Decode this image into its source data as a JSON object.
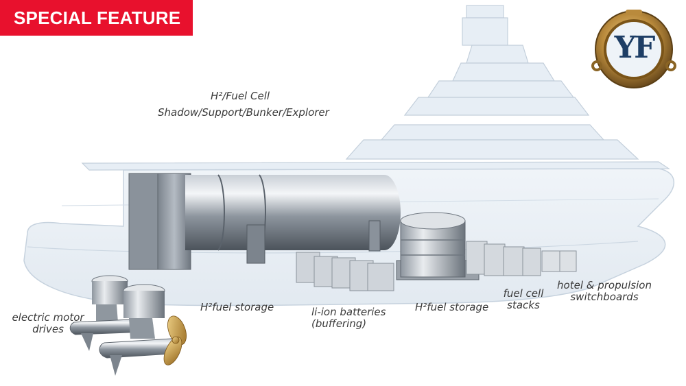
{
  "badge": {
    "label": "SPECIAL FEATURE",
    "color": "#e8112d"
  },
  "logo": {
    "text": "YF"
  },
  "title": {
    "line1": "H²/Fuel Cell",
    "line2": "Shadow/Support/Bunker/Explorer"
  },
  "labels": {
    "motor_line1": "electric motor",
    "motor_line2": "drives",
    "h2_storage_aft": "H²fuel storage",
    "batteries_line1": "li-ion batteries",
    "batteries_line2": "(buffering)",
    "h2_storage_fwd": "H²fuel storage",
    "fuel_cell_line1": "fuel cell",
    "fuel_cell_line2": "stacks",
    "switchboards_line1": "hotel & propulsion",
    "switchboards_line2": "switchboards"
  }
}
